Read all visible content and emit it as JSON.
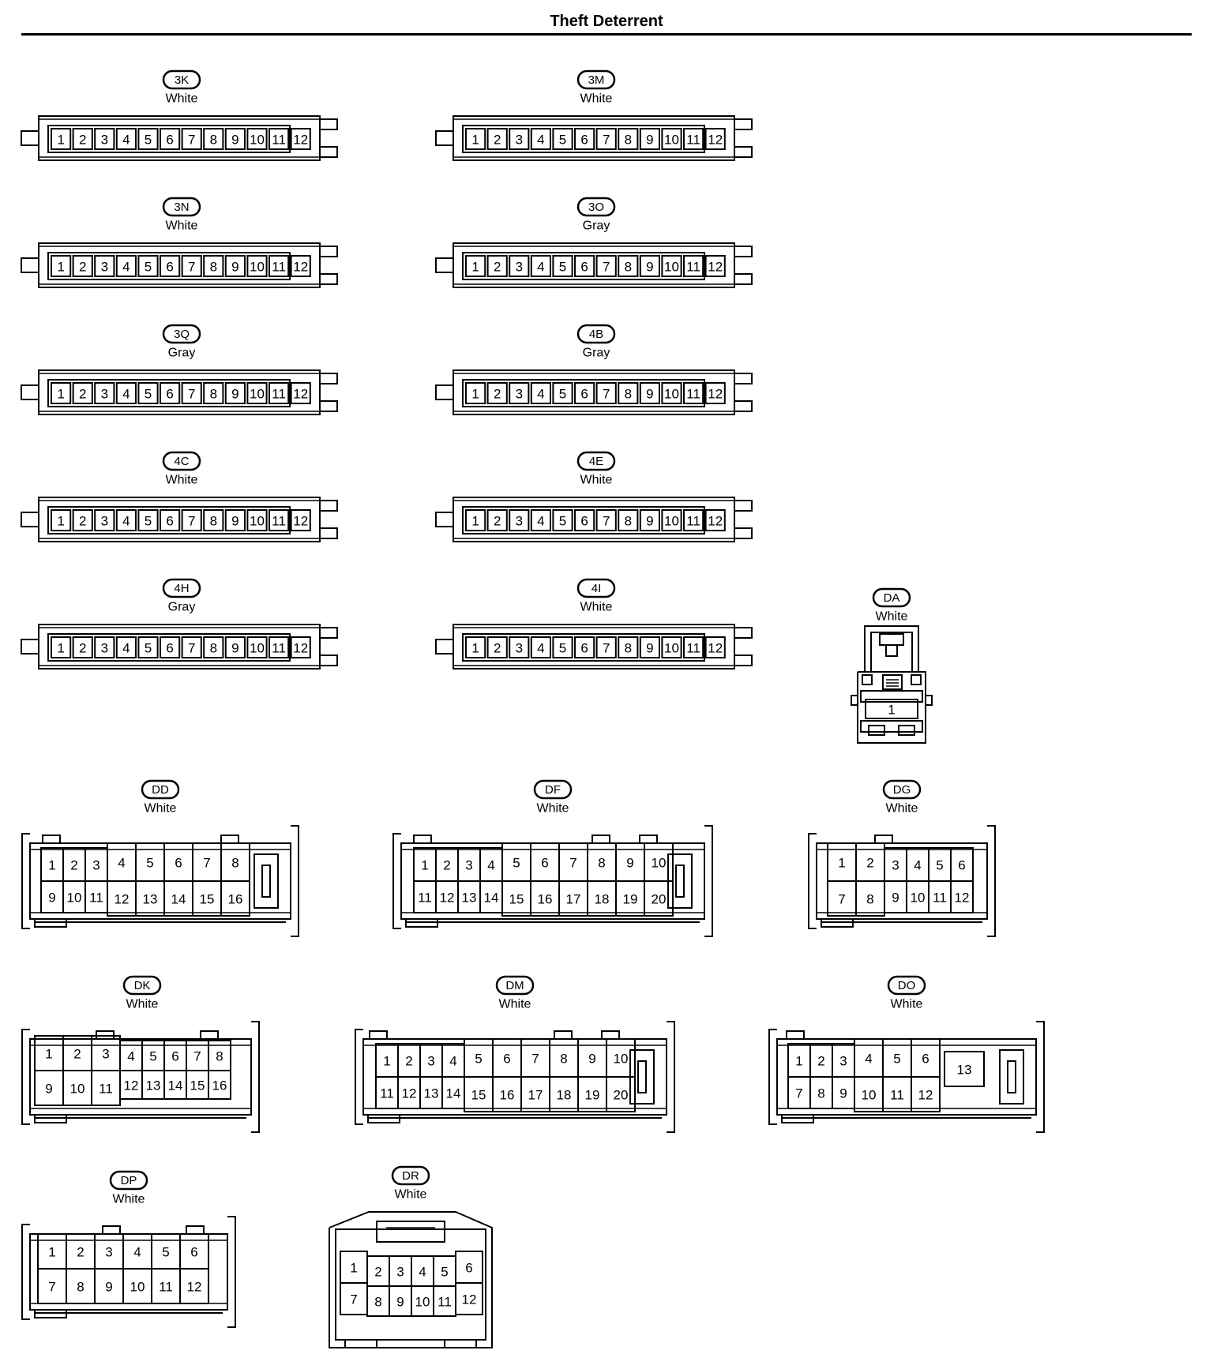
{
  "title": "Theft Deterrent",
  "connectors": [
    {
      "id": "3K",
      "color": "White",
      "type": "strip12",
      "pins": [
        "1",
        "2",
        "3",
        "4",
        "5",
        "6",
        "7",
        "8",
        "9",
        "10",
        "11",
        "12"
      ]
    },
    {
      "id": "3M",
      "color": "White",
      "type": "strip12",
      "pins": [
        "1",
        "2",
        "3",
        "4",
        "5",
        "6",
        "7",
        "8",
        "9",
        "10",
        "11",
        "12"
      ]
    },
    {
      "id": "3N",
      "color": "White",
      "type": "strip12",
      "pins": [
        "1",
        "2",
        "3",
        "4",
        "5",
        "6",
        "7",
        "8",
        "9",
        "10",
        "11",
        "12"
      ]
    },
    {
      "id": "3O",
      "color": "Gray",
      "type": "strip12",
      "pins": [
        "1",
        "2",
        "3",
        "4",
        "5",
        "6",
        "7",
        "8",
        "9",
        "10",
        "11",
        "12"
      ]
    },
    {
      "id": "3Q",
      "color": "Gray",
      "type": "strip12",
      "pins": [
        "1",
        "2",
        "3",
        "4",
        "5",
        "6",
        "7",
        "8",
        "9",
        "10",
        "11",
        "12"
      ]
    },
    {
      "id": "4B",
      "color": "Gray",
      "type": "strip12",
      "pins": [
        "1",
        "2",
        "3",
        "4",
        "5",
        "6",
        "7",
        "8",
        "9",
        "10",
        "11",
        "12"
      ]
    },
    {
      "id": "4C",
      "color": "White",
      "type": "strip12",
      "pins": [
        "1",
        "2",
        "3",
        "4",
        "5",
        "6",
        "7",
        "8",
        "9",
        "10",
        "11",
        "12"
      ]
    },
    {
      "id": "4E",
      "color": "White",
      "type": "strip12",
      "pins": [
        "1",
        "2",
        "3",
        "4",
        "5",
        "6",
        "7",
        "8",
        "9",
        "10",
        "11",
        "12"
      ]
    },
    {
      "id": "4H",
      "color": "Gray",
      "type": "strip12",
      "pins": [
        "1",
        "2",
        "3",
        "4",
        "5",
        "6",
        "7",
        "8",
        "9",
        "10",
        "11",
        "12"
      ]
    },
    {
      "id": "4I",
      "color": "White",
      "type": "strip12",
      "pins": [
        "1",
        "2",
        "3",
        "4",
        "5",
        "6",
        "7",
        "8",
        "9",
        "10",
        "11",
        "12"
      ]
    },
    {
      "id": "DA",
      "color": "White",
      "type": "single",
      "pins": [
        "1"
      ]
    },
    {
      "id": "DD",
      "color": "White",
      "type": "block16",
      "pins": [
        "1",
        "2",
        "3",
        "4",
        "5",
        "6",
        "7",
        "8",
        "9",
        "10",
        "11",
        "12",
        "13",
        "14",
        "15",
        "16"
      ]
    },
    {
      "id": "DF",
      "color": "White",
      "type": "block20",
      "pins": [
        "1",
        "2",
        "3",
        "4",
        "5",
        "6",
        "7",
        "8",
        "9",
        "10",
        "11",
        "12",
        "13",
        "14",
        "15",
        "16",
        "17",
        "18",
        "19",
        "20"
      ]
    },
    {
      "id": "DG",
      "color": "White",
      "type": "block12",
      "pins": [
        "1",
        "2",
        "3",
        "4",
        "5",
        "6",
        "7",
        "8",
        "9",
        "10",
        "11",
        "12"
      ]
    },
    {
      "id": "DK",
      "color": "White",
      "type": "block16k",
      "pins": [
        "1",
        "2",
        "3",
        "4",
        "5",
        "6",
        "7",
        "8",
        "9",
        "10",
        "11",
        "12",
        "13",
        "14",
        "15",
        "16"
      ]
    },
    {
      "id": "DM",
      "color": "White",
      "type": "block20",
      "pins": [
        "1",
        "2",
        "3",
        "4",
        "5",
        "6",
        "7",
        "8",
        "9",
        "10",
        "11",
        "12",
        "13",
        "14",
        "15",
        "16",
        "17",
        "18",
        "19",
        "20"
      ]
    },
    {
      "id": "DO",
      "color": "White",
      "type": "block13",
      "pins": [
        "1",
        "2",
        "3",
        "4",
        "5",
        "6",
        "7",
        "8",
        "9",
        "10",
        "11",
        "12",
        "13"
      ]
    },
    {
      "id": "DP",
      "color": "White",
      "type": "block12p",
      "pins": [
        "1",
        "2",
        "3",
        "4",
        "5",
        "6",
        "7",
        "8",
        "9",
        "10",
        "11",
        "12"
      ]
    },
    {
      "id": "DR",
      "color": "White",
      "type": "block12r",
      "pins": [
        "1",
        "2",
        "3",
        "4",
        "5",
        "6",
        "7",
        "8",
        "9",
        "10",
        "11",
        "12"
      ]
    }
  ]
}
